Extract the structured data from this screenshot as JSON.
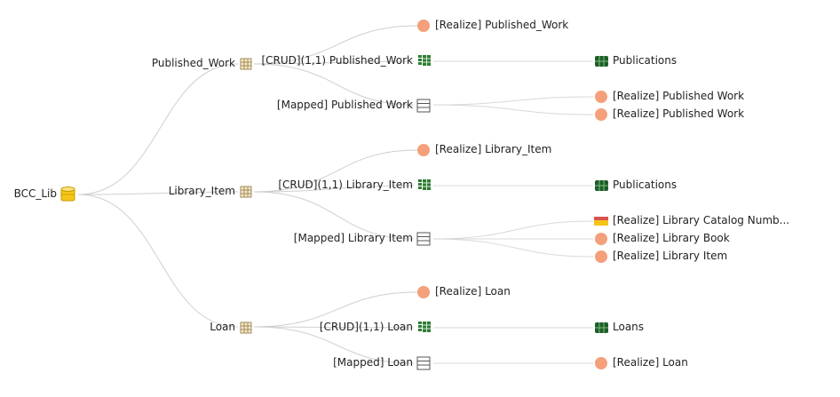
{
  "colors": {
    "database": "#F5C518",
    "entity_icon": "#A38B55",
    "crud_icon": "#2E7D32",
    "realize_dot": "#F4A07A",
    "table_icon": "#555555",
    "publication_icon": "#1E5E2A",
    "catalog_bar_top": "#D9534F",
    "catalog_bar_bottom": "#F5C518",
    "edge": "#CFCFCF"
  },
  "diagram": {
    "root": {
      "label": "BCC_Lib",
      "icon": "database-icon"
    },
    "entities": [
      {
        "label": "Published_Work",
        "icon": "entity-table-icon"
      },
      {
        "label": "Library_Item",
        "icon": "entity-table-icon"
      },
      {
        "label": "Loan",
        "icon": "entity-table-icon"
      }
    ],
    "ops": [
      {
        "label": "[Realize] Published_Work",
        "icon": "realize-dot-icon"
      },
      {
        "label": "[CRUD](1,1) Published_Work",
        "icon": "crud-icon"
      },
      {
        "label": "[Mapped] Published Work",
        "icon": "table-icon"
      },
      {
        "label": "[Realize] Library_Item",
        "icon": "realize-dot-icon"
      },
      {
        "label": "[CRUD](1,1) Library_Item",
        "icon": "crud-icon"
      },
      {
        "label": "[Mapped] Library Item",
        "icon": "table-icon"
      },
      {
        "label": "[Realize] Loan",
        "icon": "realize-dot-icon"
      },
      {
        "label": "[CRUD](1,1) Loan",
        "icon": "crud-icon"
      },
      {
        "label": "[Mapped] Loan",
        "icon": "table-icon"
      }
    ],
    "targets": [
      {
        "label": "Publications",
        "icon": "publication-icon"
      },
      {
        "label": "[Realize] Published Work",
        "icon": "realize-dot-icon"
      },
      {
        "label": "[Realize] Published Work",
        "icon": "realize-dot-icon"
      },
      {
        "label": "Publications",
        "icon": "publication-icon"
      },
      {
        "label": "[Realize] Library Catalog Numb...",
        "icon": "catalog-icon"
      },
      {
        "label": "[Realize] Library Book",
        "icon": "realize-dot-icon"
      },
      {
        "label": "[Realize] Library Item",
        "icon": "realize-dot-icon"
      },
      {
        "label": "Loans",
        "icon": "publication-icon"
      },
      {
        "label": "[Realize] Loan",
        "icon": "realize-dot-icon"
      }
    ]
  }
}
